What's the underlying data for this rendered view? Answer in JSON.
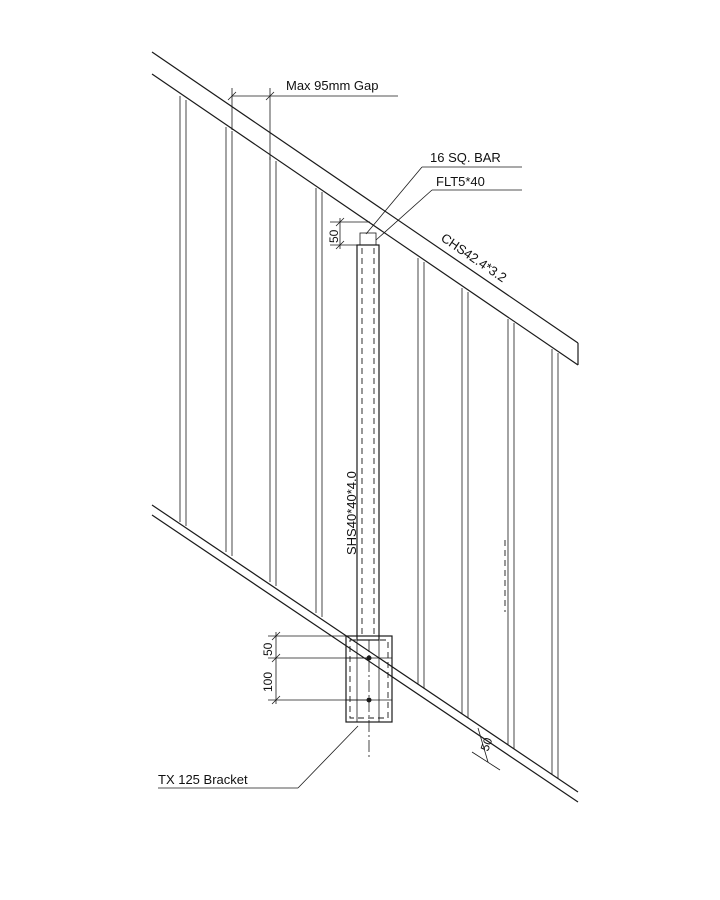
{
  "labels": {
    "gap": "Max 95mm  Gap",
    "bar": "16 SQ. BAR",
    "plate": "FLT5*40",
    "handrail": "CHS42.4*3.2",
    "post": "SHS40*40*4.0",
    "bracket": "TX 125 Bracket"
  },
  "dimensions": {
    "top_offset": "50",
    "bracket_top": "50",
    "bracket_span": "100",
    "stair_offset": "50"
  },
  "colors": {
    "ink": "#1a1a1a",
    "background": "#ffffff"
  }
}
